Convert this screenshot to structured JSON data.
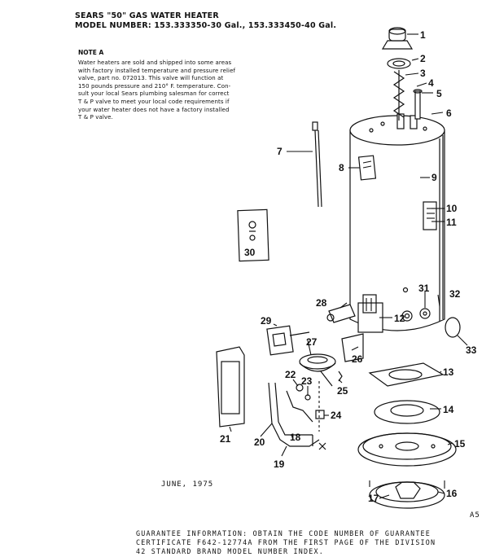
{
  "header": {
    "title": "SEARS \"50\" GAS WATER HEATER",
    "model": "MODEL NUMBER:  153.333350-30 Gal., 153.333450-40 Gal."
  },
  "note": {
    "heading": "NOTE A",
    "lines": [
      "Water heaters are sold and shipped into some areas",
      "with factory installed temperature and pressure relief",
      "valve, part no. 072013.  This valve will function at",
      "150 pounds pressure and 210° F. temperature.  Con-",
      "sult your local Sears plumbing salesman for correct",
      "T & P valve to meet your local code requirements if",
      "your water heater does not have a factory installed",
      "T & P valve."
    ]
  },
  "parts": [
    "1",
    "2",
    "3",
    "4",
    "5",
    "6",
    "7",
    "8",
    "9",
    "10",
    "11",
    "12",
    "13",
    "14",
    "15",
    "16",
    "17",
    "18",
    "19",
    "20",
    "21",
    "22",
    "23",
    "24",
    "25",
    "26",
    "27",
    "28",
    "29",
    "30",
    "31",
    "32",
    "33"
  ],
  "date": "JUNE, 1975",
  "page_number": "A5",
  "guarantee": {
    "lines": [
      "GUARANTEE INFORMATION:  OBTAIN THE CODE NUMBER OF GUARANTEE",
      "CERTIFICATE F642-12774A FROM THE FIRST PAGE OF THE DIVISION",
      "42 STANDARD BRAND MODEL NUMBER INDEX."
    ]
  }
}
